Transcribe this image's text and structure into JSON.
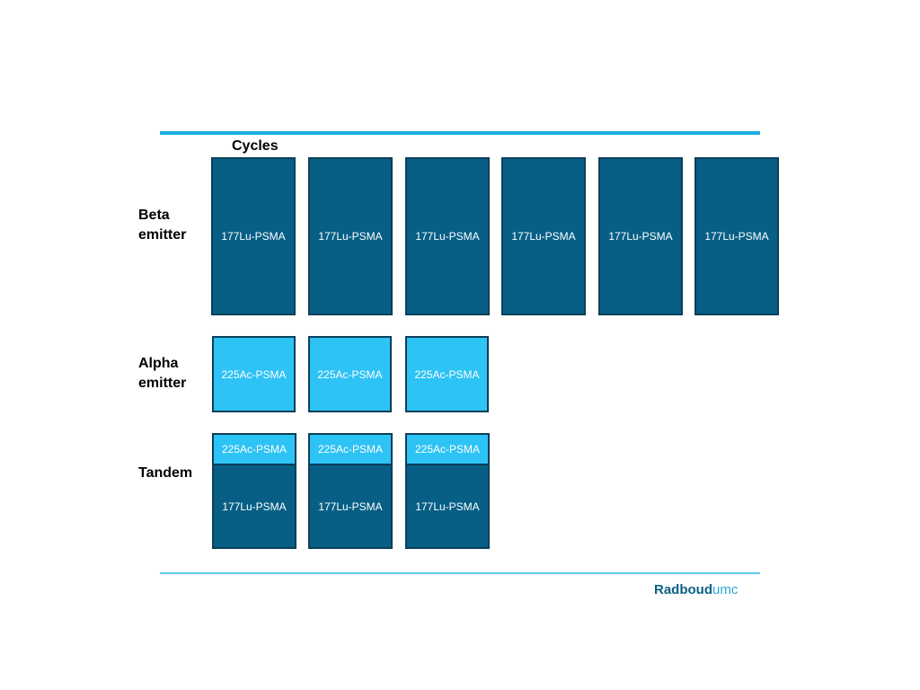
{
  "header": {
    "cycles_label": "Cycles"
  },
  "rows": {
    "beta": {
      "label": "Beta\nemitter",
      "cycles": [
        "177Lu-PSMA",
        "177Lu-PSMA",
        "177Lu-PSMA",
        "177Lu-PSMA",
        "177Lu-PSMA",
        "177Lu-PSMA"
      ]
    },
    "alpha": {
      "label": "Alpha\nemitter",
      "cycles": [
        "225Ac-PSMA",
        "225Ac-PSMA",
        "225Ac-PSMA"
      ]
    },
    "tandem": {
      "label": "Tandem",
      "cycles": [
        {
          "top": "225Ac-PSMA",
          "bottom": "177Lu-PSMA"
        },
        {
          "top": "225Ac-PSMA",
          "bottom": "177Lu-PSMA"
        },
        {
          "top": "225Ac-PSMA",
          "bottom": "177Lu-PSMA"
        }
      ]
    }
  },
  "colors": {
    "beta_fill": "#075f86",
    "alpha_fill": "#2ec3f5",
    "rule": "#1bb0de"
  },
  "footer": {
    "logo_main": "Radboud",
    "logo_suffix": "umc"
  }
}
